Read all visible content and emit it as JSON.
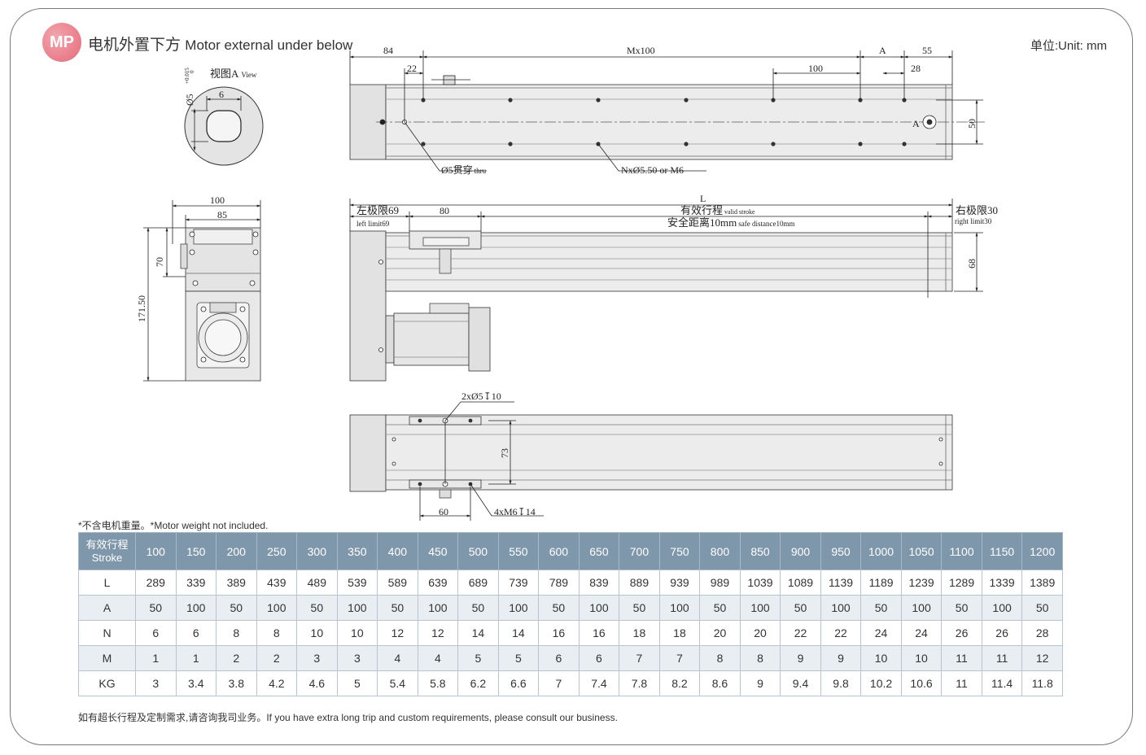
{
  "header": {
    "badge": "MP",
    "title_cn": "电机外置下方",
    "title_en": "Motor external under below",
    "unit": "单位:Unit: mm"
  },
  "drawing": {
    "view_a": {
      "label": "视图A",
      "label_en": "View",
      "dia": "Ø5",
      "tol_top": "+0.015",
      "tol_bottom": "0",
      "width": "6"
    },
    "top_view": {
      "d84": "84",
      "d22": "22",
      "mx100": "Mx100",
      "dA": "A",
      "d55": "55",
      "d100": "100",
      "d28": "28",
      "d50": "50",
      "markA": "A",
      "hole_thru": "Ø5贯穿",
      "hole_thru_en": "thru",
      "holes": "NxØ5.50 or M6"
    },
    "end_view": {
      "d100": "100",
      "d85": "85",
      "d70": "70",
      "d171": "171.50"
    },
    "side_view": {
      "L": "L",
      "left_limit": "左极限69",
      "left_limit_en": "left limit69",
      "d80": "80",
      "stroke": "有效行程",
      "stroke_en": "valid stroke",
      "safe": "安全距离10mm",
      "safe_en": "safe distance10mm",
      "right_limit": "右极限30",
      "right_limit_en": "right limit30",
      "d68": "68"
    },
    "bottom_view": {
      "pins": "2xØ5↧10",
      "d73": "73",
      "d60": "60",
      "screws": "4xM6↧14"
    }
  },
  "note": "*不含电机重量。*Motor weight not included.",
  "table": {
    "stroke_label_cn": "有效行程",
    "stroke_label_en": "Stroke",
    "stroke": [
      "100",
      "150",
      "200",
      "250",
      "300",
      "350",
      "400",
      "450",
      "500",
      "550",
      "600",
      "650",
      "700",
      "750",
      "800",
      "850",
      "900",
      "950",
      "1000",
      "1050",
      "1100",
      "1150",
      "1200"
    ],
    "rows": [
      {
        "label": "L",
        "values": [
          "289",
          "339",
          "389",
          "439",
          "489",
          "539",
          "589",
          "639",
          "689",
          "739",
          "789",
          "839",
          "889",
          "939",
          "989",
          "1039",
          "1089",
          "1139",
          "1189",
          "1239",
          "1289",
          "1339",
          "1389"
        ]
      },
      {
        "label": "A",
        "values": [
          "50",
          "100",
          "50",
          "100",
          "50",
          "100",
          "50",
          "100",
          "50",
          "100",
          "50",
          "100",
          "50",
          "100",
          "50",
          "100",
          "50",
          "100",
          "50",
          "100",
          "50",
          "100",
          "50"
        ]
      },
      {
        "label": "N",
        "values": [
          "6",
          "6",
          "8",
          "8",
          "10",
          "10",
          "12",
          "12",
          "14",
          "14",
          "16",
          "16",
          "18",
          "18",
          "20",
          "20",
          "22",
          "22",
          "24",
          "24",
          "26",
          "26",
          "28"
        ]
      },
      {
        "label": "M",
        "values": [
          "1",
          "1",
          "2",
          "2",
          "3",
          "3",
          "4",
          "4",
          "5",
          "5",
          "6",
          "6",
          "7",
          "7",
          "8",
          "8",
          "9",
          "9",
          "10",
          "10",
          "11",
          "11",
          "12"
        ]
      },
      {
        "label": "KG",
        "values": [
          "3",
          "3.4",
          "3.8",
          "4.2",
          "4.6",
          "5",
          "5.4",
          "5.8",
          "6.2",
          "6.6",
          "7",
          "7.4",
          "7.8",
          "8.2",
          "8.6",
          "9",
          "9.4",
          "9.8",
          "10.2",
          "10.6",
          "11",
          "11.4",
          "11.8"
        ]
      }
    ]
  },
  "footer": "如有超长行程及定制需求,请咨询我司业务。If you have extra long trip and custom requirements, please consult our business."
}
